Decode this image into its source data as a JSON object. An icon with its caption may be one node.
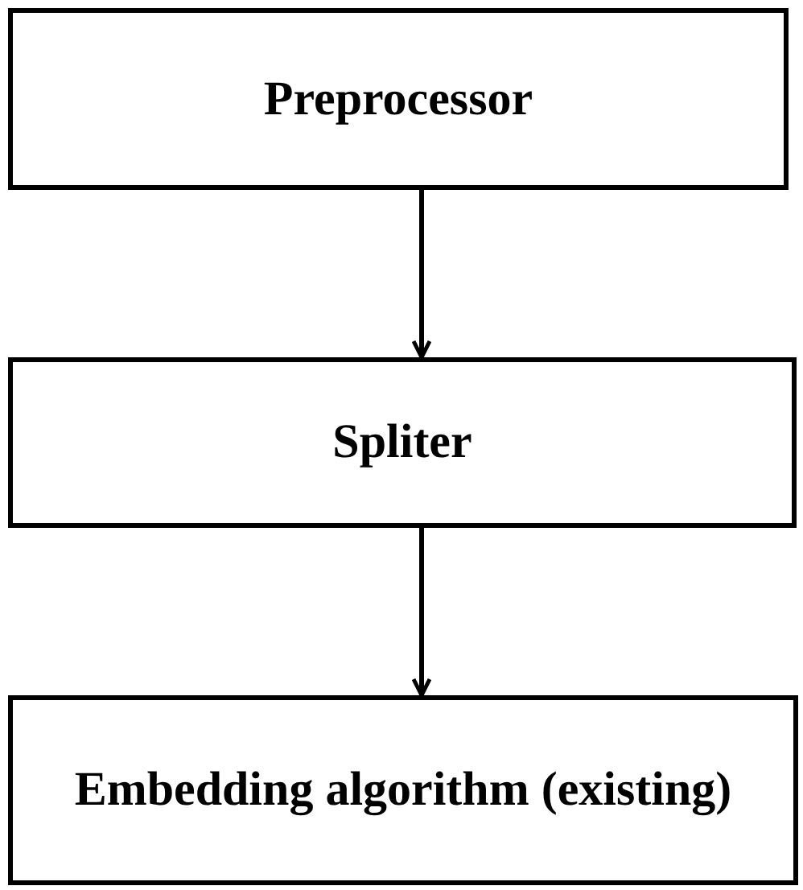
{
  "diagram": {
    "nodes": [
      {
        "text": [
          "Preprocessor"
        ]
      },
      {
        "text": [
          "Spliter"
        ]
      },
      {
        "text": [
          "Embedding algorithm (existing)"
        ]
      }
    ],
    "edges": [
      {
        "from": 0,
        "to": 1,
        "arrow": "to"
      },
      {
        "from": 1,
        "to": 2,
        "arrow": "to"
      }
    ]
  }
}
